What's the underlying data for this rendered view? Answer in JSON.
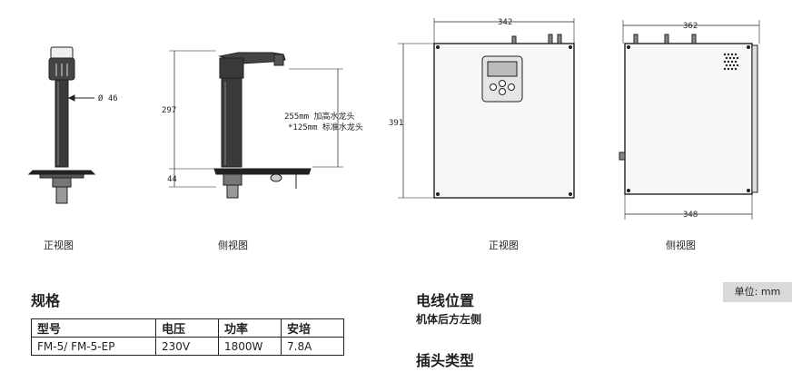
{
  "drawings": {
    "front_view_label": "正视图",
    "side_view_label": "侧视图",
    "tank_front_label": "正视图",
    "tank_side_label": "侧视图",
    "dim_diameter": "Ø 46",
    "dim_height": "297",
    "dim_base": "44",
    "note_255": "255mm 加高水龙头",
    "note_125": "*125mm 标准水龙头",
    "dim_tank_width": "342",
    "dim_tank_height": "391",
    "dim_side_width_top": "362",
    "dim_side_width_bottom": "348"
  },
  "unit_badge": "单位: mm",
  "spec": {
    "heading": "规格",
    "columns": [
      "型号",
      "电压",
      "功率",
      "安培"
    ],
    "rows": [
      [
        "FM-5/ FM-5-EP",
        "230V",
        "1800W",
        "7.8A"
      ]
    ]
  },
  "wiring": {
    "heading": "电线位置",
    "value": "机体后方左侧"
  },
  "plug": {
    "heading": "插头类型"
  }
}
